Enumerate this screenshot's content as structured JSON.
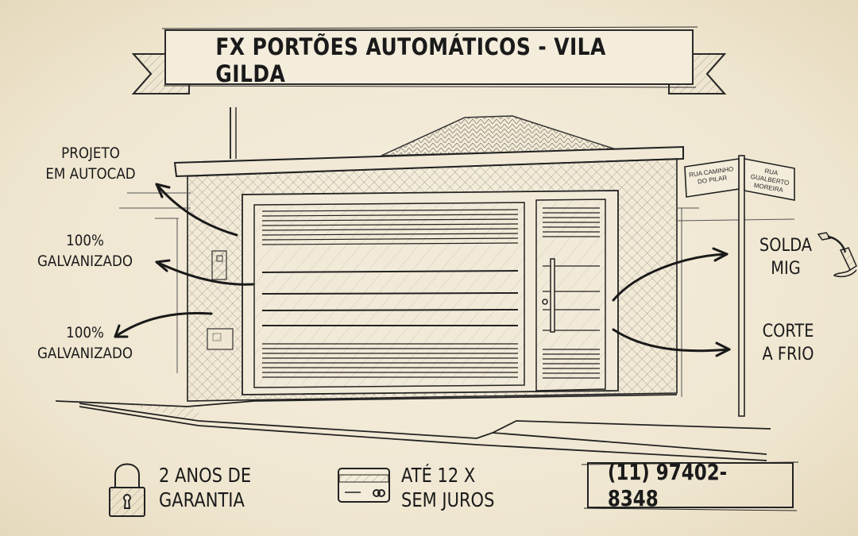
{
  "banner": {
    "title": "FX PORTÕES AUTOMÁTICOS - VILA GILDA"
  },
  "callouts_left": [
    {
      "line1": "PROJETO",
      "line2": "EM AUTOCAD"
    },
    {
      "line1": "100%",
      "line2": "GALVANIZADO"
    },
    {
      "line1": "100%",
      "line2": "GALVANIZADO"
    }
  ],
  "callouts_right": [
    {
      "line1": "SOLDA",
      "line2": "MIG",
      "icon": "welding-torch-icon"
    },
    {
      "line1": "CORTE",
      "line2": "A FRIO"
    }
  ],
  "street_signs": [
    {
      "line1": "RUA CAMINHO",
      "line2": "DO PILAR"
    },
    {
      "line1": "RUA GUALBERTO",
      "line2": "MOREIRA"
    }
  ],
  "features": [
    {
      "icon": "padlock-icon",
      "line1": "2 ANOS DE",
      "line2": "GARANTIA"
    },
    {
      "icon": "credit-card-icon",
      "line1": "ATÉ 12 X",
      "line2": "SEM JUROS"
    }
  ],
  "contact": {
    "phone": "(11) 97402-8348"
  },
  "colors": {
    "paper": "#f3ecda",
    "ink": "#1a1a1a"
  }
}
